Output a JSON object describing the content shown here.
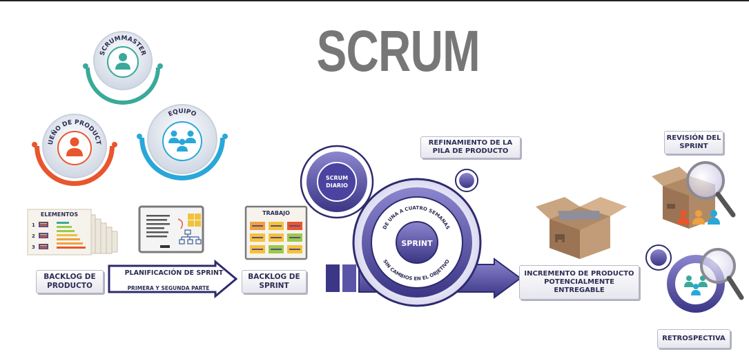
{
  "title": "SCRUM",
  "roles": {
    "scrum_master": "SCRUMMASTER",
    "product_owner": "DUEÑO DE PRODUCTO",
    "team": "EQUIPO"
  },
  "product_backlog": {
    "header": "ELEMENTOS",
    "row_numbers": [
      "1",
      "2",
      "3"
    ],
    "label": "BACKLOG DE PRODUCTO"
  },
  "sprint_planning": {
    "title": "PLANIFICACIÓN DE SPRINT",
    "subtitle": "PRIMERA Y SEGUNDA PARTE"
  },
  "sprint_backlog": {
    "header": "TRABAJO",
    "label": "BACKLOG DE SPRINT"
  },
  "daily_scrum": "SCRUM DIARIO",
  "refinement": "REFINAMIENTO DE LA PILA DE PRODUCTO",
  "sprint": {
    "center": "SPRINT",
    "ring_top": "DE UNA A CUATRO SEMANAS",
    "ring_bottom": "SIN CAMBIOS EN EL OBJETIVO"
  },
  "increment": "INCREMENTO DE PRODUCTO POTENCIALMENTE ENTREGABLE",
  "sprint_review": "REVISIÓN DEL SPRINT",
  "retrospective": "RETROSPECTIVA",
  "colors": {
    "title": "#777777",
    "navy": "#2d2a6e",
    "purple": "#6b63b5",
    "teal": "#3aa99a",
    "orange": "#e8562d",
    "blue": "#2aa7d8",
    "box_brown": "#b08a66"
  }
}
